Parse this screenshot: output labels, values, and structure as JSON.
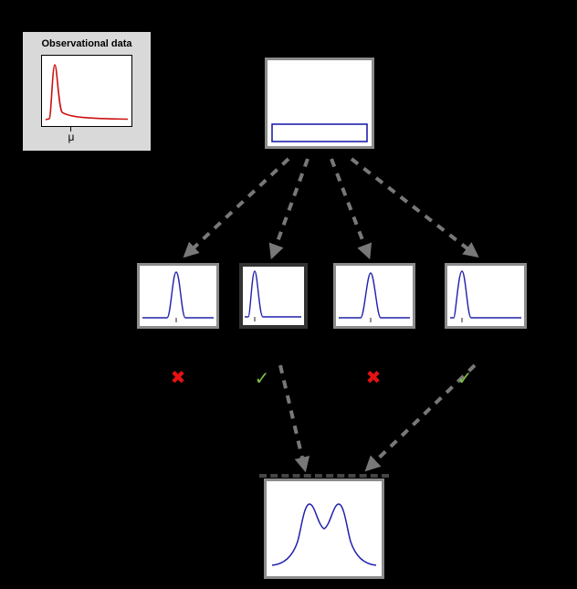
{
  "colors": {
    "background": "#000000",
    "panel_border": "#8c8c8c",
    "highlight_border": "#333333",
    "observational_bg": "#d9d9d9",
    "observational_curve": "#cc1111",
    "distribution_curve": "#2121ad",
    "arrow": "#787878",
    "reject": "#e51212",
    "accept": "#7cc143"
  },
  "observational": {
    "title": "Observational data",
    "xlabel": "μ"
  },
  "marks": {
    "reject_glyph": "✖",
    "accept_glyph": "✓"
  },
  "panels": {
    "prior": {
      "shape": "uniform-rectangle"
    },
    "candidates": [
      {
        "peak": "center",
        "result": "rejected"
      },
      {
        "peak": "left",
        "result": "accepted"
      },
      {
        "peak": "center",
        "result": "rejected"
      },
      {
        "peak": "left",
        "result": "accepted"
      }
    ],
    "posterior": {
      "shape": "bimodal"
    }
  }
}
